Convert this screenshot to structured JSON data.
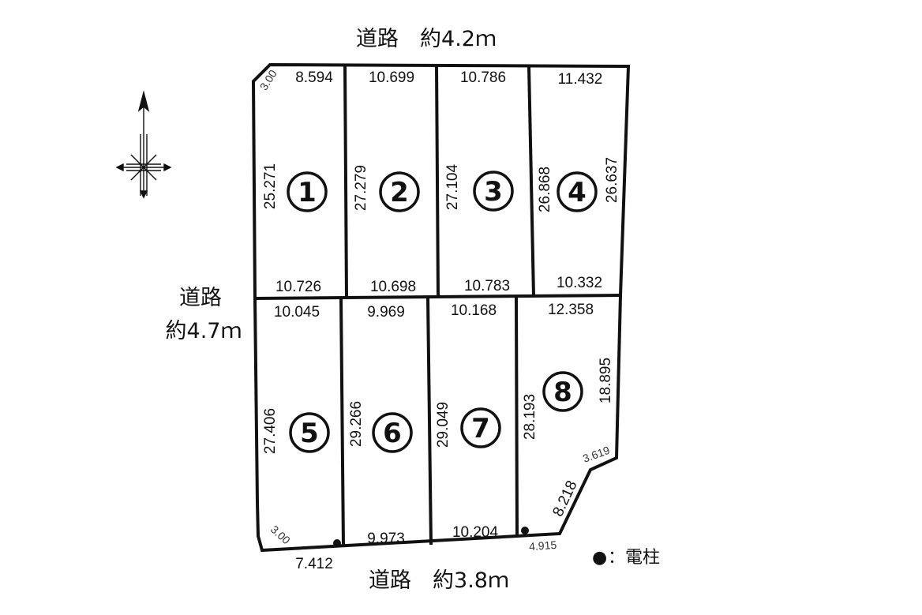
{
  "roads": {
    "north": "道路　約4.2ｍ",
    "west_line1": "道路",
    "west_line2": "約4.7ｍ",
    "south": "道路　約3.8ｍ"
  },
  "lots": [
    {
      "num": "1",
      "north": "8.594",
      "south": "10.726",
      "west": "25.271",
      "corner": "3.00"
    },
    {
      "num": "2",
      "north": "10.699",
      "south": "10.698",
      "west": "27.279"
    },
    {
      "num": "3",
      "north": "10.786",
      "south": "10.783",
      "west": "27.104"
    },
    {
      "num": "4",
      "north": "11.432",
      "south": "10.332",
      "west": "26.868",
      "east": "26.637"
    },
    {
      "num": "5",
      "north": "10.045",
      "south": "7.412",
      "west": "27.406",
      "corner": "3.00"
    },
    {
      "num": "6",
      "north": "9.969",
      "south": "9.973",
      "west": "29.266"
    },
    {
      "num": "7",
      "north": "10.168",
      "south": "10.204",
      "west": "29.049"
    },
    {
      "num": "8",
      "north": "12.358",
      "west": "28.193",
      "east": "18.895",
      "notch": "3.619",
      "diag": "8.218",
      "south": "4.915"
    }
  ],
  "legend": {
    "symbol": "●",
    "label": "：電柱"
  },
  "compass_icon": "north-arrow-compass",
  "colors": {
    "line": "#111111",
    "background": "#ffffff"
  }
}
